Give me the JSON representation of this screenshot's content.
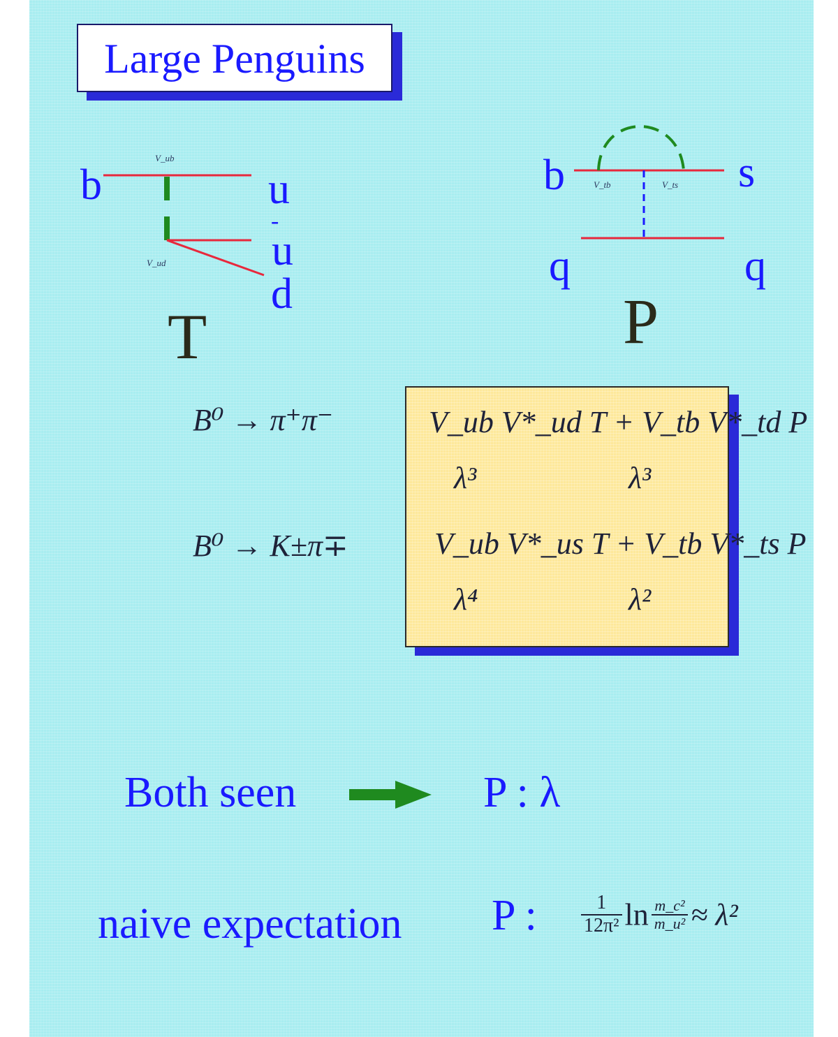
{
  "slide": {
    "title": "Large Penguins"
  },
  "tree_diagram": {
    "b": "b",
    "u": "u",
    "ubar_bar": "-",
    "ubar": "u",
    "d": "d",
    "vub_label": "V_ub",
    "vud_label": "V_ud",
    "name": "T"
  },
  "penguin_diagram": {
    "b": "b",
    "s": "s",
    "q_left": "q",
    "q_right": "q",
    "vtb_label": "V_tb",
    "vts_label": "V_ts",
    "name": "P"
  },
  "decays": [
    {
      "lhs": "B⁰ → π⁺π⁻",
      "amplitude": "V_ub V*_ud T + V_tb V*_td P",
      "t_order": "λ³",
      "p_order": "λ³"
    },
    {
      "lhs": "B⁰ → K±π∓",
      "amplitude": "V_ub V*_us T + V_tb V*_ts P",
      "t_order": "λ⁴",
      "p_order": "λ²"
    }
  ],
  "conclusion": {
    "text": "Both seen",
    "result": "P : λ",
    "arrow_color": "#1f8a1f"
  },
  "expectation": {
    "text": "naive expectation",
    "p_label": "P :",
    "frac_num": "1",
    "frac_den": "12π²",
    "ln": "ln",
    "mass_num": "m_c²",
    "mass_den": "m_u²",
    "approx": "≈ λ²"
  },
  "colors": {
    "background": "#a8edf0",
    "text_blue": "#1a1aff",
    "quark_line": "#e8283c",
    "w_line": "#1f8a1f",
    "dashed_line": "#1a1aff",
    "box_fill": "#fde89a"
  }
}
